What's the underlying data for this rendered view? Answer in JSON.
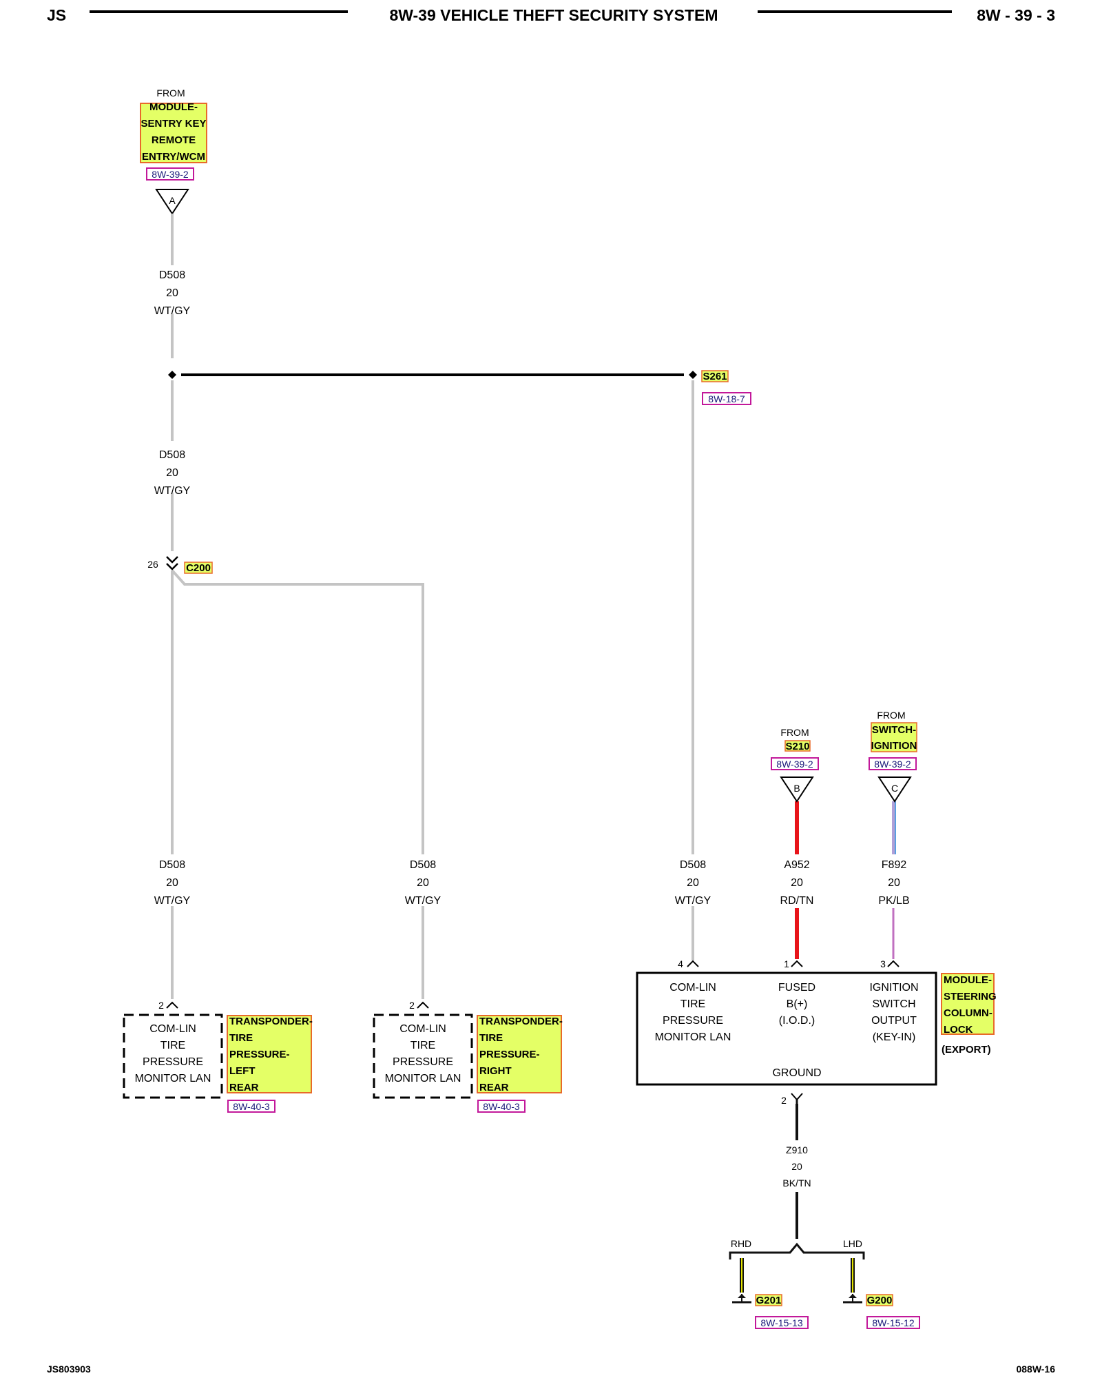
{
  "header": {
    "left": "JS",
    "title": "8W-39 VEHICLE THEFT SECURITY SYSTEM",
    "right": "8W - 39 - 3"
  },
  "footer": {
    "left": "JS803903",
    "right": "088W-16"
  },
  "colors": {
    "component_fill": "#e4ff66",
    "component_border": "#e86a2a",
    "ref_border": "#c2189a",
    "wire_gray": "#c4c4c4",
    "wire_red": "#e8141a",
    "wire_pink_lb": "#b0a0d8",
    "wire_black": "#111111"
  },
  "top_module": {
    "from_label": "FROM",
    "lines": [
      "MODULE-",
      "SENTRY KEY",
      "REMOTE",
      "ENTRY/WCM"
    ],
    "ref": "8W-39-2",
    "connector_letter": "A"
  },
  "wires": {
    "d508_a": {
      "circuit": "D508",
      "gauge": "20",
      "color": "WT/GY"
    },
    "d508_b": {
      "circuit": "D508",
      "gauge": "20",
      "color": "WT/GY"
    },
    "d508_left": {
      "circuit": "D508",
      "gauge": "20",
      "color": "WT/GY"
    },
    "d508_mid": {
      "circuit": "D508",
      "gauge": "20",
      "color": "WT/GY"
    },
    "d508_right": {
      "circuit": "D508",
      "gauge": "20",
      "color": "WT/GY"
    },
    "a952": {
      "circuit": "A952",
      "gauge": "20",
      "color": "RD/TN"
    },
    "f892": {
      "circuit": "F892",
      "gauge": "20",
      "color": "PK/LB"
    },
    "z910": {
      "circuit": "Z910",
      "gauge": "20",
      "color": "BK/TN"
    }
  },
  "splice": {
    "name": "S261",
    "ref": "8W-18-7"
  },
  "connector_c200": {
    "name": "C200",
    "pin": "26"
  },
  "from_s210": {
    "from_label": "FROM",
    "name": "S210",
    "ref": "8W-39-2",
    "letter": "B"
  },
  "from_ignition": {
    "from_label": "FROM",
    "lines": [
      "SWITCH-",
      "IGNITION"
    ],
    "ref": "8W-39-2",
    "letter": "C"
  },
  "tpm_left": {
    "pin": "2",
    "box_lines": [
      "COM-LIN",
      "TIRE",
      "PRESSURE",
      "MONITOR LAN"
    ],
    "label_lines": [
      "TRANSPONDER-",
      "TIRE",
      "PRESSURE-",
      "LEFT",
      "REAR"
    ],
    "ref": "8W-40-3"
  },
  "tpm_right": {
    "pin": "2",
    "box_lines": [
      "COM-LIN",
      "TIRE",
      "PRESSURE",
      "MONITOR LAN"
    ],
    "label_lines": [
      "TRANSPONDER-",
      "TIRE",
      "PRESSURE-",
      "RIGHT",
      "REAR"
    ],
    "ref": "8W-40-3"
  },
  "steering_module": {
    "pins": {
      "comlin": "4",
      "fused": "1",
      "ignition": "3",
      "ground": "2"
    },
    "col1": [
      "COM-LIN",
      "TIRE",
      "PRESSURE",
      "MONITOR LAN"
    ],
    "col2": [
      "FUSED",
      "B(+)",
      "(I.O.D.)"
    ],
    "col3": [
      "IGNITION",
      "SWITCH",
      "OUTPUT",
      "(KEY-IN)"
    ],
    "ground_label": "GROUND",
    "label_lines": [
      "MODULE-",
      "STEERING",
      "COLUMN-",
      "LOCK"
    ],
    "export": "(EXPORT)"
  },
  "ground_branch": {
    "rhd": "RHD",
    "lhd": "LHD",
    "g201": {
      "name": "G201",
      "ref": "8W-15-13"
    },
    "g200": {
      "name": "G200",
      "ref": "8W-15-12"
    }
  }
}
